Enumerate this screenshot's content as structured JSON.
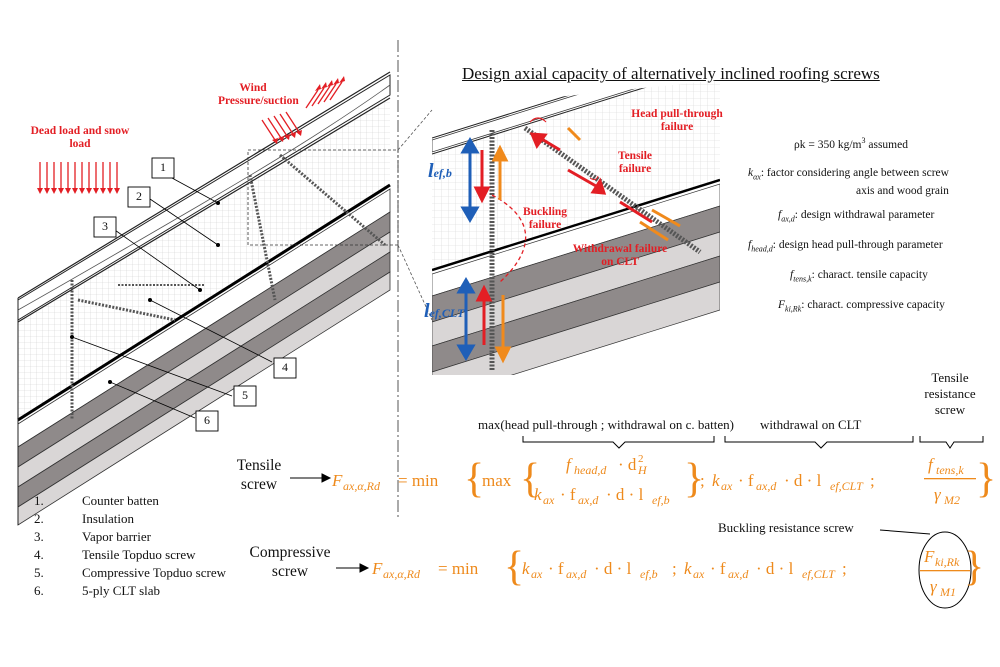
{
  "title": "Design axial capacity of alternatively inclined roofing screws",
  "loads": {
    "dead_load": "Dead load and snow load",
    "wind": "Wind Pressure/suction"
  },
  "callouts": [
    "1",
    "2",
    "3",
    "4",
    "5",
    "6"
  ],
  "legend": [
    {
      "num": "1.",
      "text": "Counter batten"
    },
    {
      "num": "2.",
      "text": "Insulation"
    },
    {
      "num": "3.",
      "text": "Vapor barrier"
    },
    {
      "num": "4.",
      "text": "Tensile Topduo screw"
    },
    {
      "num": "5.",
      "text": "Compressive Topduo screw"
    },
    {
      "num": "6.",
      "text": "5-ply CLT slab"
    }
  ],
  "failure_labels": {
    "head_pull_through": "Head pull-through failure",
    "tensile": "Tensile failure",
    "buckling": "Buckling failure",
    "withdrawal_clt": "Withdrawal failure on CLT"
  },
  "lengths": {
    "lef_b": "l",
    "lef_b_sub": "ef,b",
    "lef_clt": "l",
    "lef_clt_sub": "ef,CLT"
  },
  "parameters": [
    {
      "sym": "ρk",
      "text": "ρk = 350 kg/m³ assumed"
    },
    {
      "sym": "k_αx",
      "text": "factor considering angle between screw axis and wood grain"
    },
    {
      "sym": "f_ax,d",
      "text": "design withdrawal parameter"
    },
    {
      "sym": "f_head,d",
      "text": "design head pull-through parameter"
    },
    {
      "sym": "f_tens,k",
      "text": "charact. tensile capacity"
    },
    {
      "sym": "F_ki,Rk",
      "text": "charact. compressive capacity"
    }
  ],
  "param_display": {
    "rho": "ρk = 350 kg/m",
    "rho_sup": "3",
    "rho_tail": " assumed",
    "kax_sym": "k",
    "kax_sub": "αx",
    "kax_text1": ": factor considering angle between screw",
    "kax_text2": "axis and wood grain",
    "fax_sym": "f",
    "fax_sub": "ax,d",
    "fax_text": ": design withdrawal parameter",
    "fhead_sym": "f",
    "fhead_sub": "head,d",
    "fhead_text": ": design head pull-through parameter",
    "ftens_sym": "f",
    "ftens_sub": "tens,k",
    "ftens_text": ": charact. tensile capacity",
    "fki_sym": "F",
    "fki_sub": "ki,Rk",
    "fki_text": ": charact. compressive capacity"
  },
  "brace_labels": {
    "max_head": "max(head pull-through ; withdrawal on c. batten)",
    "withdrawal_clt": "withdrawal on CLT",
    "tensile_resistance": "Tensile resistance screw",
    "buckling_resistance": "Buckling resistance screw"
  },
  "screw_labels": {
    "tensile": "Tensile screw",
    "compressive": "Compressive screw"
  },
  "colors": {
    "formula": "#ee8a1c",
    "failure_text": "#e31e24",
    "blue_arrow": "#1f5fb8",
    "orange_arrow": "#f08a1c",
    "clt_gray": "#8f8a8a",
    "clt_light": "#d9d6d6"
  }
}
